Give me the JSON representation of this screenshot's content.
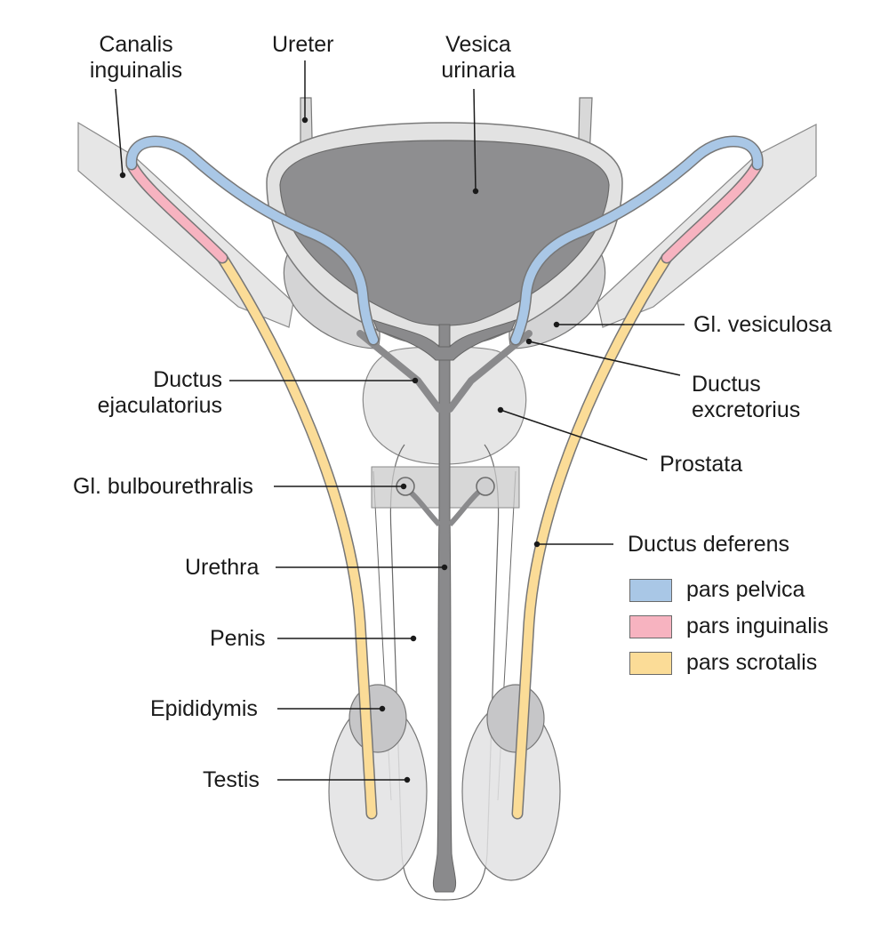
{
  "labels": {
    "canalis_inguinalis": [
      "Canalis",
      "inguinalis"
    ],
    "ureter": "Ureter",
    "vesica_urinaria": [
      "Vesica",
      "urinaria"
    ],
    "gl_vesiculosa": "Gl. vesiculosa",
    "ductus_ejaculatorius": [
      "Ductus",
      "ejaculatorius"
    ],
    "ductus_excretorius": [
      "Ductus",
      "excretorius"
    ],
    "prostata": "Prostata",
    "gl_bulbourethralis": "Gl. bulbourethralis",
    "ductus_deferens": "Ductus deferens",
    "urethra": "Urethra",
    "penis": "Penis",
    "epididymis": "Epididymis",
    "testis": "Testis"
  },
  "legend": [
    {
      "label": "pars pelvica",
      "color": "#a9c7e6"
    },
    {
      "label": "pars inguinalis",
      "color": "#f7b3c0"
    },
    {
      "label": "pars scrotalis",
      "color": "#fbdc97"
    }
  ],
  "colors": {
    "bladder_lumen": "#8e8e90",
    "tissue_light": "#e8e8e8",
    "tissue_mid": "#d2d2d3",
    "outline": "#777777",
    "urethra": "#8a8a8c"
  }
}
